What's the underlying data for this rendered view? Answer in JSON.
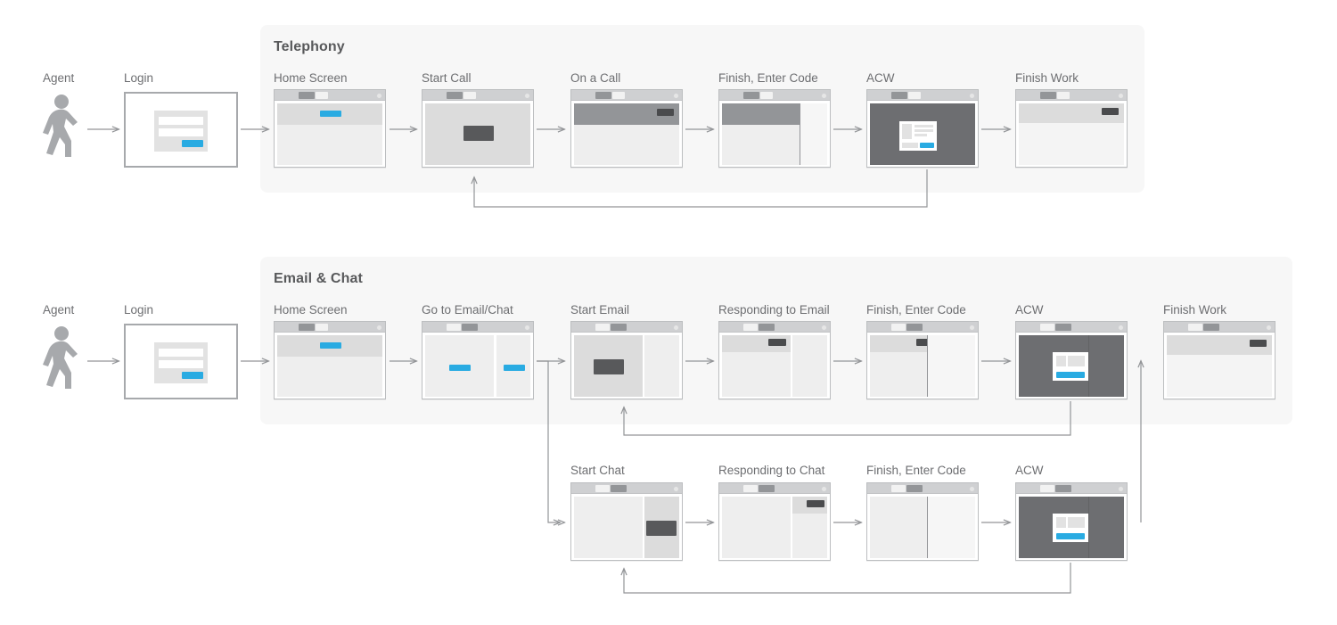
{
  "palette": {
    "accent_blue": "#29abe2",
    "dark_gray": "#58595b",
    "mid_gray": "#939598",
    "light_gray": "#dcdcdc",
    "screen_bg": "#eeeeee",
    "panel_bg": "#f7f7f7",
    "text_gray": "#6d6e71",
    "border_gray": "#a7a9ac"
  },
  "sections": [
    {
      "id": "telephony",
      "title": "Telephony"
    },
    {
      "id": "email_chat",
      "title": "Email & Chat"
    }
  ],
  "actors": [
    {
      "id": "agent_top",
      "label": "Agent",
      "icon": "walking-person-icon"
    },
    {
      "id": "agent_bottom",
      "label": "Agent",
      "icon": "walking-person-icon"
    }
  ],
  "telephony_flow": {
    "steps": [
      {
        "id": "login",
        "label": "Login",
        "type": "login-screen"
      },
      {
        "id": "home",
        "label": "Home Screen",
        "type": "home-screen"
      },
      {
        "id": "start_call",
        "label": "Start Call",
        "type": "modal-screen"
      },
      {
        "id": "on_call",
        "label": "On a Call",
        "type": "active-call-screen"
      },
      {
        "id": "finish_code",
        "label": "Finish, Enter Code",
        "type": "code-panel-screen"
      },
      {
        "id": "acw",
        "label": "ACW",
        "type": "acw-dialog-screen"
      },
      {
        "id": "finish_work",
        "label": "Finish Work",
        "type": "finish-screen"
      }
    ],
    "loop": {
      "from": "acw",
      "to": "start_call",
      "label": ""
    }
  },
  "email_flow": {
    "steps": [
      {
        "id": "login",
        "label": "Login",
        "type": "login-screen"
      },
      {
        "id": "home",
        "label": "Home Screen",
        "type": "home-screen"
      },
      {
        "id": "go_to",
        "label": "Go to Email/Chat",
        "type": "two-pane-choice-screen"
      },
      {
        "id": "start_email",
        "label": "Start Email",
        "type": "left-pane-modal-screen"
      },
      {
        "id": "responding_email",
        "label": "Responding to Email",
        "type": "left-pane-reply-screen"
      },
      {
        "id": "finish_code_email",
        "label": "Finish, Enter Code",
        "type": "code-panel-screen"
      },
      {
        "id": "acw_email",
        "label": "ACW",
        "type": "acw-dialog-screen"
      },
      {
        "id": "finish_work",
        "label": "Finish Work",
        "type": "finish-screen"
      }
    ],
    "loop": {
      "from": "acw_email",
      "to": "start_email",
      "label": ""
    }
  },
  "chat_flow": {
    "steps": [
      {
        "id": "start_chat",
        "label": "Start Chat",
        "type": "right-pane-modal-screen"
      },
      {
        "id": "responding_chat",
        "label": "Responding to Chat",
        "type": "right-pane-reply-screen"
      },
      {
        "id": "finish_code_chat",
        "label": "Finish, Enter Code",
        "type": "code-panel-screen"
      },
      {
        "id": "acw_chat",
        "label": "ACW",
        "type": "acw-dialog-screen"
      }
    ],
    "loop": {
      "from": "acw_chat",
      "to": "start_chat",
      "label": ""
    }
  }
}
